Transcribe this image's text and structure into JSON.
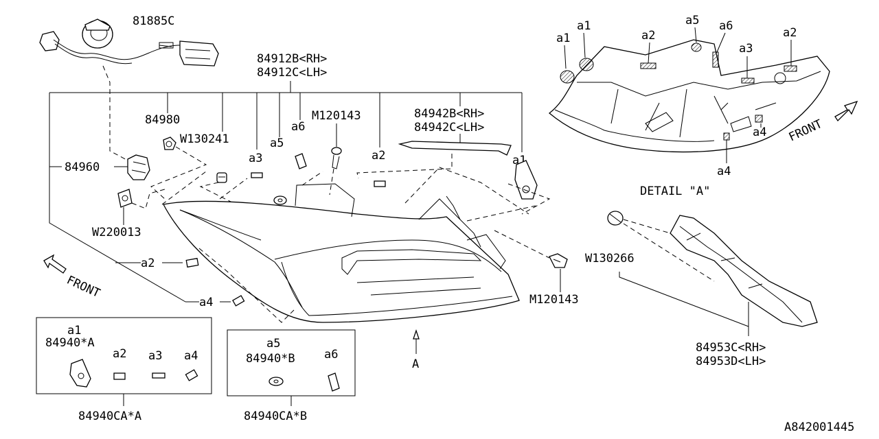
{
  "labels": {
    "wire_harness": "81885C",
    "lamp_assy_rh": "84912B<RH>",
    "lamp_assy_lh": "84912C<LH>",
    "bulb": "84980",
    "clip_w130241": "W130241",
    "socket": "84960",
    "nut_w220013": "W220013",
    "screw_top": "M120143",
    "screw_right": "M120143",
    "garnish_rh": "84942B<RH>",
    "garnish_lh": "84942C<LH>",
    "a1": "a1",
    "a2": "a2",
    "a3": "a3",
    "a4": "a4",
    "a5": "a5",
    "a6": "a6",
    "front_left": "FRONT",
    "front_detail": "FRONT",
    "detail_a": "DETAIL \"A\"",
    "clip_w130266": "W130266",
    "cover_rh": "84953C<RH>",
    "cover_lh": "84953D<LH>",
    "seal_kit_a_part": "84940*A",
    "seal_kit_a": "84940CA*A",
    "seal_kit_b_part": "84940*B",
    "seal_kit_b": "84940CA*B",
    "view_a": "A",
    "drawing_id": "A842001445"
  }
}
